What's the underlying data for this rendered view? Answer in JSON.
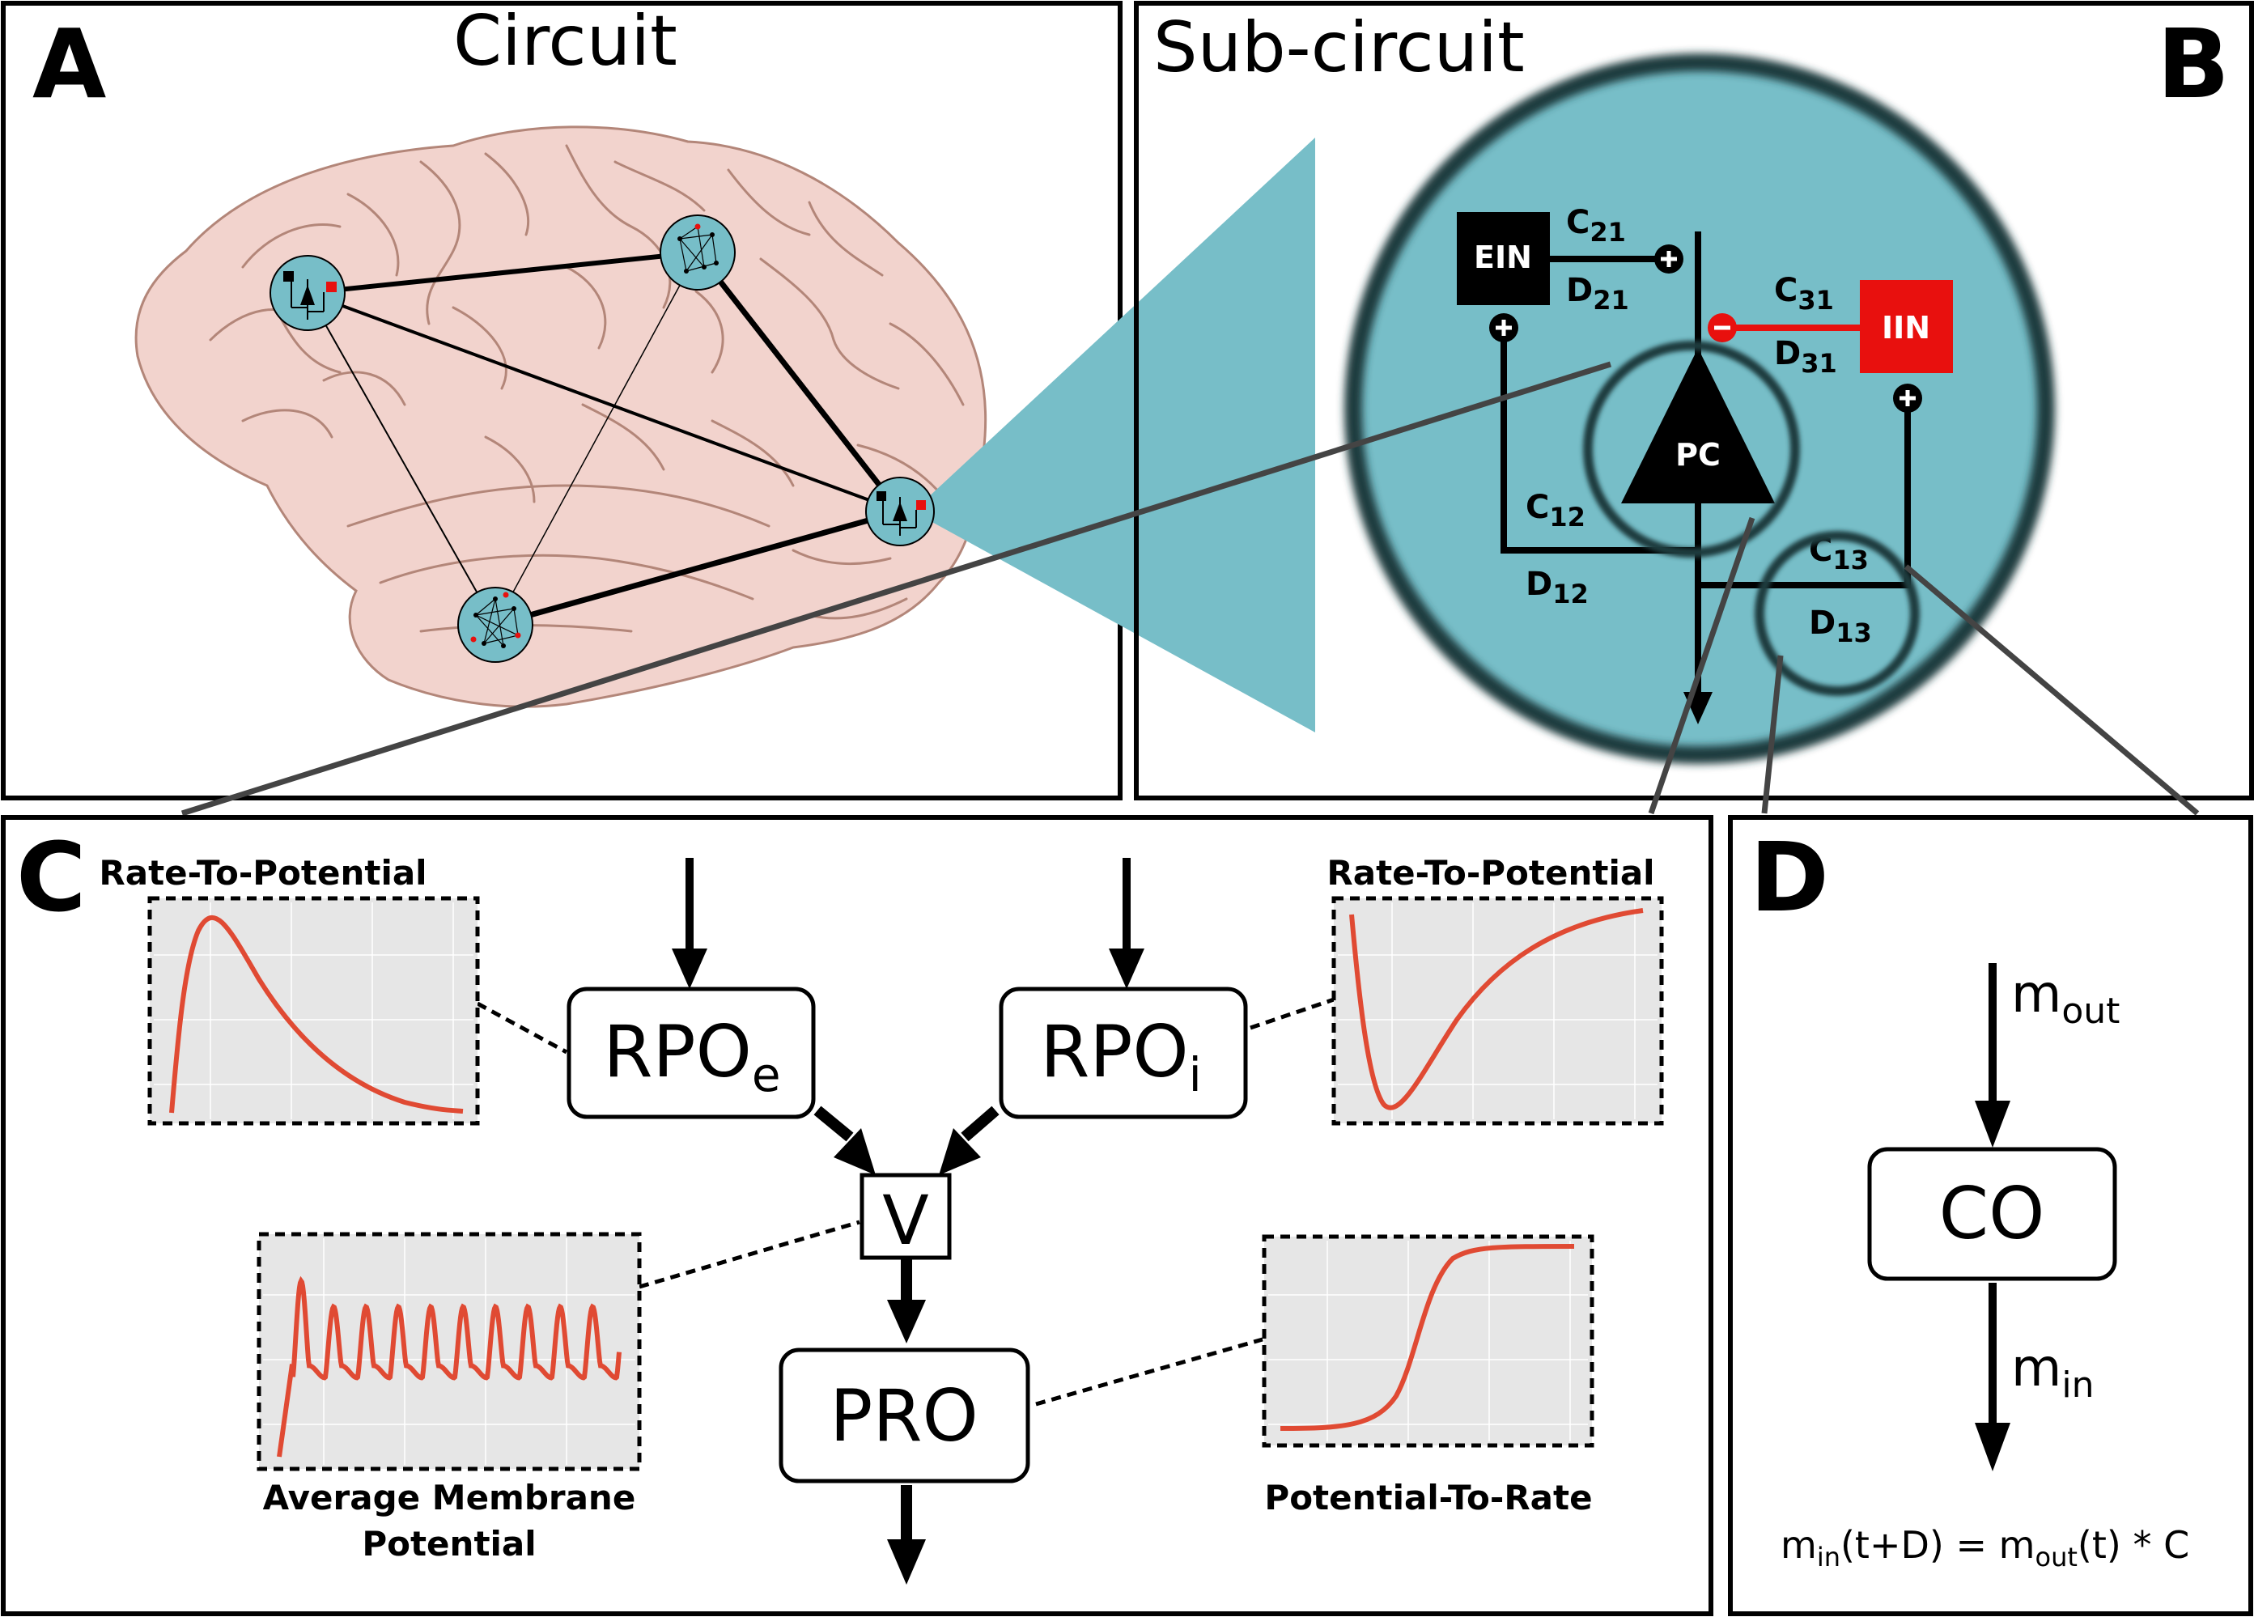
{
  "panels": {
    "a": {
      "letter": "A",
      "title": "Circuit"
    },
    "b": {
      "letter": "B",
      "title": "Sub-circuit"
    },
    "c": {
      "letter": "C"
    },
    "d": {
      "letter": "D"
    }
  },
  "subcircuit": {
    "ein": "EIN",
    "iin": "IIN",
    "pc": "PC",
    "c21": "C",
    "c21_sub": "21",
    "d21": "D",
    "d21_sub": "21",
    "c31": "C",
    "c31_sub": "31",
    "d31": "D",
    "d31_sub": "31",
    "c12": "C",
    "c12_sub": "12",
    "d12": "D",
    "d12_sub": "12",
    "c13": "C",
    "c13_sub": "13",
    "d13": "D",
    "d13_sub": "13"
  },
  "operators": {
    "rpo_e": "RPO",
    "rpo_e_sub": "e",
    "rpo_i": "RPO",
    "rpo_i_sub": "i",
    "v": "V",
    "pro": "PRO",
    "co": "CO"
  },
  "plot_labels": {
    "rpo_e": "Rate-To-Potential",
    "rpo_i": "Rate-To-Potential",
    "membrane_line1": "Average Membrane",
    "membrane_line2": "Potential",
    "pro": "Potential-To-Rate"
  },
  "panel_d": {
    "m_out": "m",
    "m_out_sub": "out",
    "m_in": "m",
    "m_in_sub": "in",
    "eq_m1": "m",
    "eq_sub1": "in",
    "eq_mid": "(t+D) = m",
    "eq_sub2": "out",
    "eq_end": "(t) * C"
  },
  "colors": {
    "teal": "#77bec8",
    "brain": "#f2d3cd",
    "brain_stroke": "#b38679",
    "red": "#e8100e",
    "curve": "#e04a33",
    "plot_bg": "#e6e6e6"
  }
}
